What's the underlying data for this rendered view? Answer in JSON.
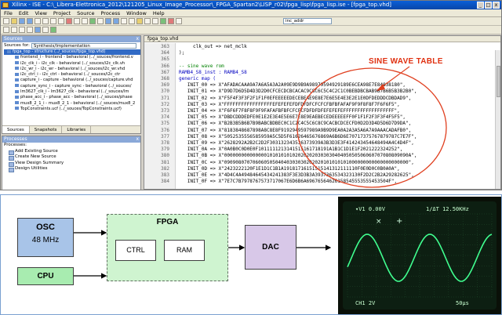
{
  "window": {
    "title": "Xilinx - ISE - C:\\_Libera-Elettronica_2012\\121205_Linux_Image_Processor\\_FPGA_Spartan2\\LISP_r02\\fpga_lisp\\fpga_lisp.ise - [fpga_top.vhd]",
    "controls": [
      "_",
      "□",
      "x"
    ]
  },
  "menu": [
    "File",
    "Edit",
    "View",
    "Project",
    "Source",
    "Process",
    "Window",
    "Help"
  ],
  "toolbar": {
    "find_value": "inc_addr"
  },
  "sources_panel": {
    "title": "Sources",
    "close": "x",
    "sources_for_label": "Sources for:",
    "sources_for_value": "Synthesis/Implementation",
    "tree": [
      {
        "text": "fpga_top - structure (../_souces/fpga_top.vhd)",
        "level": 0,
        "selected": true
      },
      {
        "text": "frontend_i - frontend - behavioral (../_souces/frontend.v",
        "level": 1
      },
      {
        "text": "i2c_clk_i - i2c_clk - behavioral (../_souces/i2c_clk.vh",
        "level": 1
      },
      {
        "text": "i2c_wr_i - i2c_wr - behavioral (../_souces/i2c_wr.vhd",
        "level": 1
      },
      {
        "text": "i2c_ctrl_i - i2c_ctrl - behavioral (../_souces/i2c_ctr",
        "level": 1
      },
      {
        "text": "capture_i - capture - behavioral (../_souces/capture.vhd",
        "level": 1
      },
      {
        "text": "capture_sync_i - capture_sync - behavioral (../_souces/",
        "level": 1
      },
      {
        "text": "lm3627_clk_i - lm3627_clk - behavioral (../_souces/lm",
        "level": 1
      },
      {
        "text": "phase_acc_i - phase_acc - behavioral (../_souces/phase",
        "level": 1
      },
      {
        "text": "mux8_2_1_i - mux8_2_1 - behavioral (../_souces/mux8_2",
        "level": 1
      },
      {
        "text": "TopConstraints.ucf (../_souces/TopConstraints.ucf)",
        "level": 1
      }
    ],
    "tabs": [
      "Sources",
      "Snapshots",
      "Libraries"
    ]
  },
  "processes_panel": {
    "title": "Processes",
    "close": "x",
    "header": "Processes:",
    "items": [
      "Add Existing Source",
      "Create New Source",
      "View Design Summary",
      "Design Utilities"
    ]
  },
  "editor": {
    "tab": "fpga_top.vhd",
    "annotation": "SINE WAVE TABLE",
    "lines": [
      {
        "n": "363",
        "t": "     clk_out => net_mclk",
        "k": ""
      },
      {
        "n": "364",
        "t": ");",
        "k": ""
      },
      {
        "n": "365",
        "t": "",
        "k": ""
      },
      {
        "n": "366",
        "t": "-- sine wave rom",
        "k": "cmt"
      },
      {
        "n": "367",
        "t": "RAMB4_S8_inst : RAMB4_S8",
        "k": "kw"
      },
      {
        "n": "368",
        "t": "generic map (",
        "k": "kw"
      },
      {
        "n": "369",
        "t": "   INIT_00 => X\"AFADACAAA9A7A6A5A3A2A09E9D9B9A98979594929189E6CEA98E7E84838180\",",
        "k": ""
      },
      {
        "n": "370",
        "t": "   INIT_01 => X\"D9D7D6D5D4D3D2D0CFCECDCBCACAC9C8C6C5C4C2C1C0BEBDBCBAB9B7B6B5B3B2B0\",",
        "k": ""
      },
      {
        "n": "371",
        "t": "   INIT_02 => X\"F5F4F3F3F2F1F1F0EFEEEEEDECEBEAE9E8E7E6E5E4E3E2E1E0DFDEDDDCDBDAD9\",",
        "k": ""
      },
      {
        "n": "372",
        "t": "   INIT_03 => X\"FFFFFFFFFFFFFFFFFEFEFEFEFDFDFDFCFCFCFBFBFAFAF9F9F8F8F7F6F6F5\",",
        "k": ""
      },
      {
        "n": "373",
        "t": "   INIT_04 => X\"F6F6F7F8F8F9F9FAFAFBFBFCFCFCFDFDFDFEFEFEFEFFFFFFFFFFFFFFFFFF\",",
        "k": ""
      },
      {
        "n": "374",
        "t": "   INIT_05 => X\"DBDCDDDEDFE0E1E2E3E4E5E6E7E8E9EAEBECEDEEEEEFF0F1F1F2F3F3F4F5F5\",",
        "k": ""
      },
      {
        "n": "375",
        "t": "   INIT_06 => X\"B2B3B5B6B7B9BABCBDBEC0C1C2C4C5C6C8C9CACBCDCECFD0D2D3D4D5D6D7D9DA\",",
        "k": ""
      },
      {
        "n": "376",
        "t": "   INIT_07 => X\"8183848687898A8C8E8F9192949597989A9B9D9EA0A2A3A5A6A7A9AAACADAFB0\",",
        "k": ""
      },
      {
        "n": "377",
        "t": "   INIT_08 => X\"5052535556585959A5C5D5F61626465676869A6B6D6E70717375767879787C7E7F\",",
        "k": ""
      },
      {
        "n": "378",
        "t": "   INIT_09 => X\"2628292A2B2C2D2F303132343536373939A3B3D3E3F414243454648494A4C4D4F\",",
        "k": ""
      },
      {
        "n": "379",
        "t": "   INIT_0A => X\"0A0B0C0D0E0F1011111213141515161718191A1B1C1D1E1F2021222324252\",",
        "k": ""
      },
      {
        "n": "380",
        "t": "   INIT_0B => X\"00000000000000010101010102020202030303040405050506060707080809090A\",",
        "k": ""
      },
      {
        "n": "381",
        "t": "   INIT_0C => X\"09090807070606050504040303030202020101010101000000000000000000000\",",
        "k": ""
      },
      {
        "n": "382",
        "t": "   INIT_0D => X\"2423222120F1E1D1C1B1A19181716151515141312111110F0E0D0C0B0A0A\",",
        "k": ""
      },
      {
        "n": "383",
        "t": "   INIT_0E => X\"4D4C4A49484645434241383F3E3D3B3A3937363534323130F2D2C2B2A29282625\",",
        "k": ""
      },
      {
        "n": "384",
        "t": "   INIT_0F => X\"7E7C7B7978767573717067E6D6B6A69676564626158545553555453504F\",",
        "k": ""
      }
    ]
  },
  "diagram": {
    "osc_label": "OSC",
    "osc_freq": "48 MHz",
    "cpu_label": "CPU",
    "fpga_label": "FPGA",
    "ctrl_label": "CTRL",
    "ram_label": "RAM",
    "dac_label": "DAC"
  },
  "scope": {
    "ch1_top": "▾V1  0.00V",
    "freq": "1/ΔT  12.50KHz",
    "ch1_bottom": "CH1  2V",
    "timebase": "50μs",
    "colors": {
      "trace": "#40ff90",
      "text": "#c8ffd0",
      "bg": "#0a1008"
    }
  }
}
